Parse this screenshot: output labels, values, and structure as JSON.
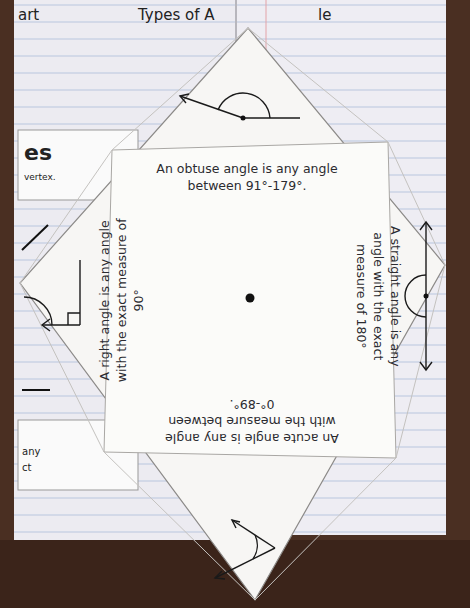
{
  "diagram": {
    "nodes": [
      {
        "text": [
          "An obtuse angle is any angle between 91°-179°."
        ]
      },
      {
        "text": [
          "A straight angle is any angle with the exact measure of 180°"
        ]
      },
      {
        "text": [
          "An acute angle is any angle with the measure between 0°-89°."
        ]
      },
      {
        "text": [
          "A right angle is any angle with the exact measure of 90°"
        ]
      }
    ],
    "labels": [
      "art",
      "Types of A",
      "le",
      "es",
      "vertex.",
      "any",
      "ct"
    ]
  }
}
